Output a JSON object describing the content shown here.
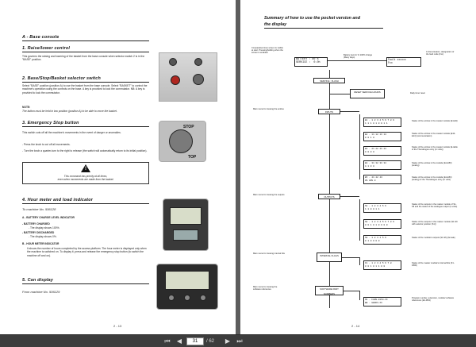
{
  "left_page": {
    "section_title": "A - Base console",
    "s1_title": "1. Raise/lower control",
    "s1_text": "This governs the raising and lowering of the basket from the base console when selector switch 2 is in the \"BASE\" position.",
    "s2_title": "2. Base/Stop/Basket selector switch",
    "s2_text": "Select \"BASE\" position (position A) to use the basket from the base console. Select \"BASKET\" to control the machine's operation using the controls on the base. A key is provided to lock the commutator. NB: A key is provided to lock the commutator.",
    "s2_note_label": "NOTE:",
    "s2_note": "The button must be held in low position (position A) to be able to move the basket.",
    "s3_title": "3. Emergency Stop button",
    "s3_text1": "This switch cuts off all the machine's movements in the event of danger or anomalies.",
    "s3_text2": "- Press the knob to cut off all movements.",
    "s3_text3": "- Turn the knob a quarter-turn to the right to release (the switch will automatically return to its initial position).",
    "warning_line1": "This command has priority at all times,",
    "warning_line2": "even when movements are made from the basket.",
    "stop_label_top": "STOP",
    "stop_label_bottom": "TOP",
    "s4_title": "4. Hour meter and load indicator",
    "s4_from": "To machine No. 506128",
    "s4_a_title": "A - BATTERY CHARGE LEVEL INDICATOR",
    "s4_charged": "- BATTERY CHARGED",
    "s4_charged_val": "- The display shows 100%.",
    "s4_discharged": "- BATTERY DISCHARGED",
    "s4_discharged_val": "- The display shows 0%.",
    "s4_b_title": "B - HOUR METER INDICATOR",
    "s4_b_text": "It shows the number of hours completed by the access platform. The hour meter is displayed only when the machine is switched on. To display it, press and release the emergency stop button (to switch the machine off and on).",
    "s5_title": "5. Can display",
    "s5_from": "From machine No. 506129",
    "page_number": "2 - 13"
  },
  "right_page": {
    "title_line1": "Summary of how to use the pocket version and",
    "title_line2": "the display",
    "lcd_battery": "BATTERY : 80 %\nSERVICE :  0.0h",
    "lcd_fault": "Fault xxxxxx\nFxx",
    "note_top_left": "Comparative lines screen is visible at start. Pressing/holding when the screen is enabled.",
    "note_top_mid": "Battery level in % 100% charge (Many days)",
    "note_top_right": "In that situation, designation of the fault code (Fxx)",
    "box_service": "SERVICE : FLASH",
    "box_reset": "RESET SERVICE HOURS",
    "note_daily": "Daily timer reset",
    "note_inputs_menu": "Main menu for viewing the entries",
    "box_inputs": "INPUTS",
    "lcd_in1": "E1 - 1 2 3 4 5 6 7 8 9\n1 1 1 0 1 0 0 1 1",
    "lcd_in2": "E2 - 11 12 13 14\n0 0 1 0",
    "lcd_in3": "E3 - 21 22 23 24\n0 0 0 0",
    "lcd_in4": "E4 - 31 32 33 34\nA 1 0 0",
    "lcd_in5": "E5 - 41 42 43\n0% 80% 0",
    "note_in1": "Status of the entries in the master module (E1-E9)",
    "note_in2": "Status of the entries in the master module (E10-E14) (communication)",
    "note_in3": "Status of the entries in the master module (E-table of the Thenabogue entry (in volts))",
    "note_in4": "Status of the entries in the module (E1-E50) (analog)",
    "note_in5": "Status of the entries in the module (E1-E53) (analog) of the Thenabogue entry (in volts)",
    "note_outputs_menu": "Main menu for viewing the outputs",
    "box_outputs": "OUTPUTS",
    "lcd_out1": "S1 - 1 2 3 4 5 6\n1 1 0 0 1 1",
    "lcd_out2": "S2 - 1 2 3 4 5 6 7 8 9\n0 0 1 0 1 0 0 0 0",
    "lcd_out3": "S3 - 1 2 3 4 5 6\n0 1 0 0 0 0",
    "note_out1": "Status of the outputs in the master module of S1-S5 and the status of the analogue output (in volts)",
    "note_out2": "Status of the outputs in the master module (S1-S9 with selector position (S1))",
    "note_out3": "Status of the module's outputs (S1-S6) (female)",
    "note_internal_menu": "Main menu for viewing internal bits",
    "box_internal": "INTERNAL FLAGS",
    "lcd_flag": "F1 - 1 2 3 4 5 6 7 8\n0 0 1 0 1 1 0 0",
    "note_flag": "Status of the master module's internal bits (F1-F896)",
    "note_software_menu": "Main menu for viewing the software references",
    "box_software": "SOFTWARE PART NUMBERS",
    "lcd_soft": "M1 - FGNS-0154-XX\nEB - GENXX-XX",
    "note_soft": "Program number, extension, module/ software references (E1-M54)",
    "page_number": "2 - 14"
  },
  "toolbar": {
    "first_icon": "skip-back-icon",
    "prev_icon": "chevron-left-icon",
    "current_page": "31",
    "total_pages": "/ 62",
    "next_icon": "chevron-right-icon",
    "last_icon": "skip-forward-icon"
  }
}
